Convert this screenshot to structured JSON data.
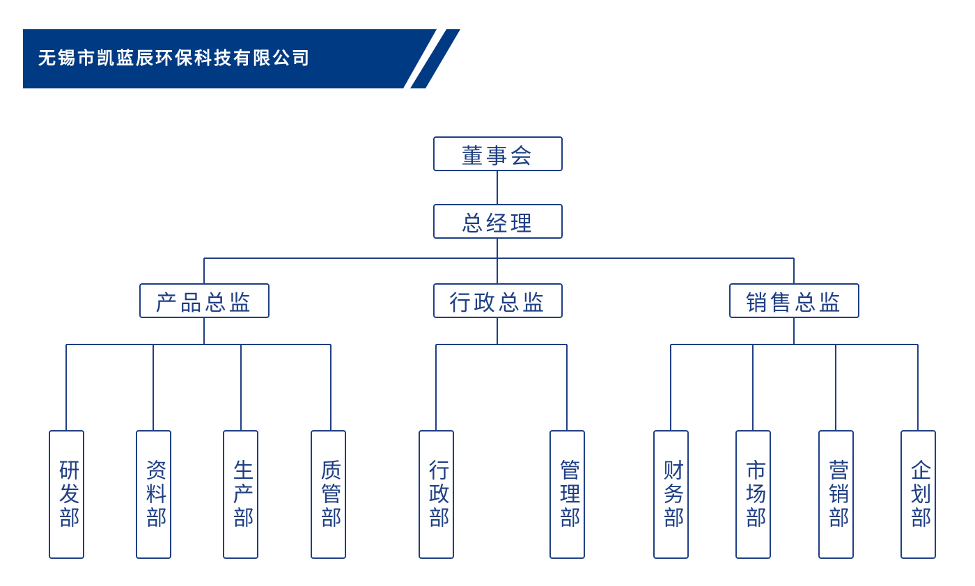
{
  "header": {
    "company_name": "无锡市凯蓝辰环保科技有限公司"
  },
  "colors": {
    "primary": "#1f3f84",
    "banner_bg": "#003a82",
    "background": "#ffffff"
  },
  "org_chart": {
    "root": "董事会",
    "general_manager": "总经理",
    "directors": [
      {
        "title": "产品总监",
        "departments": [
          "研发部",
          "资料部",
          "生产部",
          "质管部"
        ]
      },
      {
        "title": "行政总监",
        "departments": [
          "行政部",
          "管理部"
        ]
      },
      {
        "title": "销售总监",
        "departments": [
          "财务部",
          "市场部",
          "营销部",
          "企划部"
        ]
      }
    ]
  }
}
